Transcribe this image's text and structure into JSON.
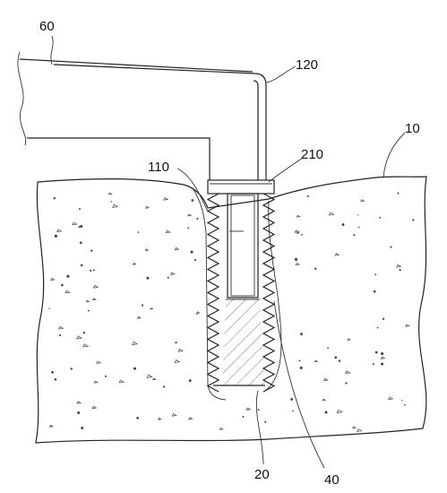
{
  "figure": {
    "labels": {
      "ref_60": "60",
      "ref_120": "120",
      "ref_10": "10",
      "ref_210": "210",
      "ref_110": "110",
      "ref_20": "20",
      "ref_40": "40"
    },
    "colors": {
      "line": "#222222",
      "background": "#ffffff",
      "speckle": "#444444"
    }
  }
}
